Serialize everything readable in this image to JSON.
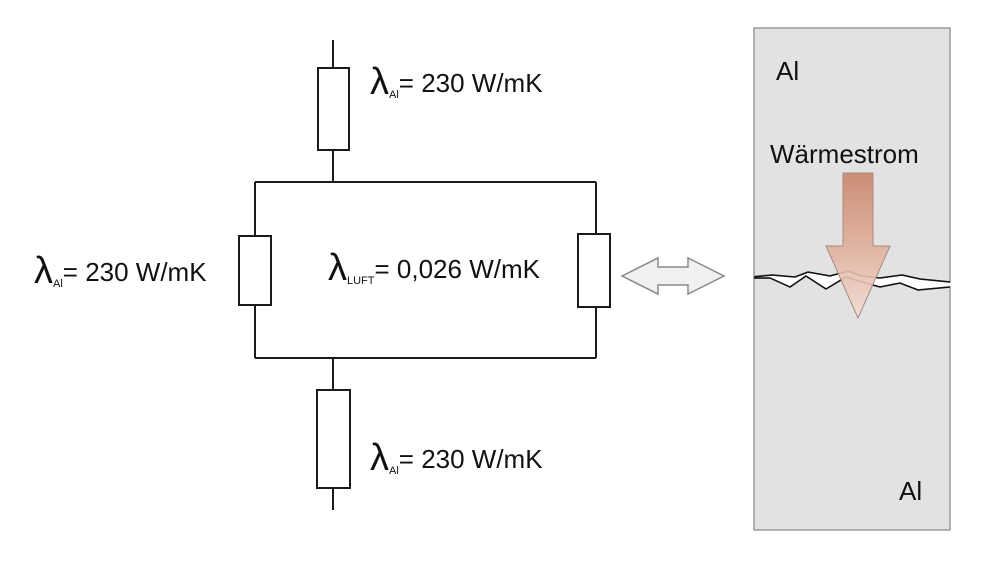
{
  "circuit": {
    "top_resistor": {
      "symbol": "λ",
      "subscript": "Al",
      "value": "= 230 W/mK"
    },
    "left_resistor": {
      "symbol": "λ",
      "subscript": "Al",
      "value": "= 230 W/mK"
    },
    "right_resistor": {
      "symbol": "λ",
      "subscript": "LUFT",
      "value": "= 0,026 W/mK"
    },
    "bottom_resistor": {
      "symbol": "λ",
      "subscript": "Al",
      "value": "= 230 W/mK"
    }
  },
  "block": {
    "top_label": "Al",
    "bottom_label": "Al",
    "heat_flow_label": "Wärmestrom"
  },
  "colors": {
    "line": "#1a1a1a",
    "block_fill": "#e2e2e2",
    "block_stroke": "#9a9a9a",
    "arrow_dark": "#c8846a",
    "arrow_light": "#f2dcd2",
    "double_arrow_fill": "#f0f0f0",
    "double_arrow_stroke": "#8a8a8a"
  }
}
